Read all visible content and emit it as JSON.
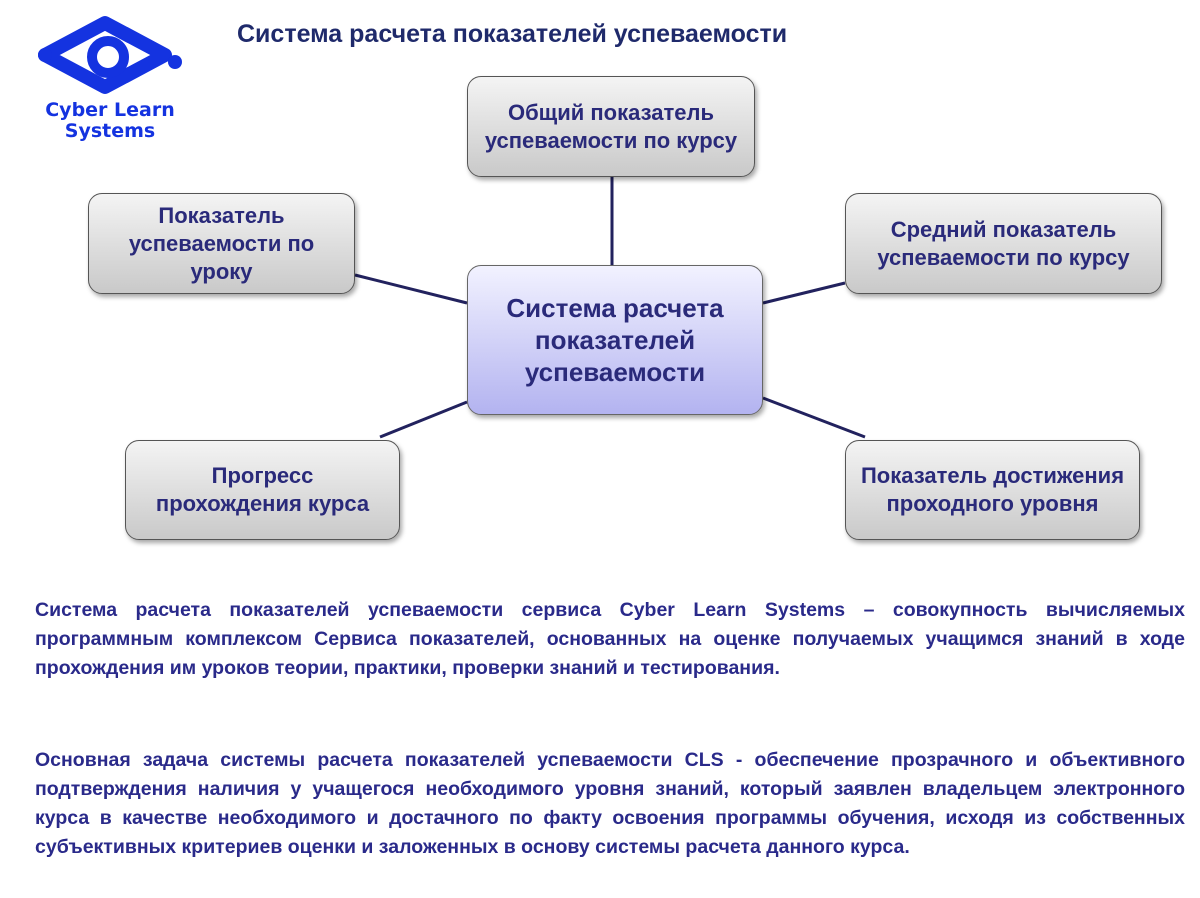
{
  "title": "Система расчета показателей успеваемости",
  "logo": {
    "line1": "Cyber Learn",
    "line2": "Systems",
    "color": "#1433e0"
  },
  "diagram": {
    "center": "Система расчета показателей успеваемости",
    "nodes": {
      "top": "Общий показатель успеваемости по курсу",
      "left": "Показатель успеваемости по уроку",
      "right": "Средний показатель успеваемости по курсу",
      "bottom_left": "Прогресс прохождения курса",
      "bottom_right": "Показатель достижения проходного уровня"
    }
  },
  "paragraphs": [
    "Система расчета показателей успеваемости сервиса Cyber Learn Systems – совокупность вычисляемых программным комплексом Сервиса показателей, основанных на оценке получаемых учащимся знаний в ходе прохождения им уроков теории, практики, проверки знаний и тестирования.",
    "Основная задача системы расчета показателей успеваемости CLS - обеспечение прозрачного и объективного подтверждения наличия у учащегося необходимого уровня знаний, который заявлен владельцем электронного курса в качестве необходимого и достачного по факту освоения программы обучения, исходя из собственных субъективных критериев оценки и заложенных в основу системы расчета данного курса."
  ]
}
